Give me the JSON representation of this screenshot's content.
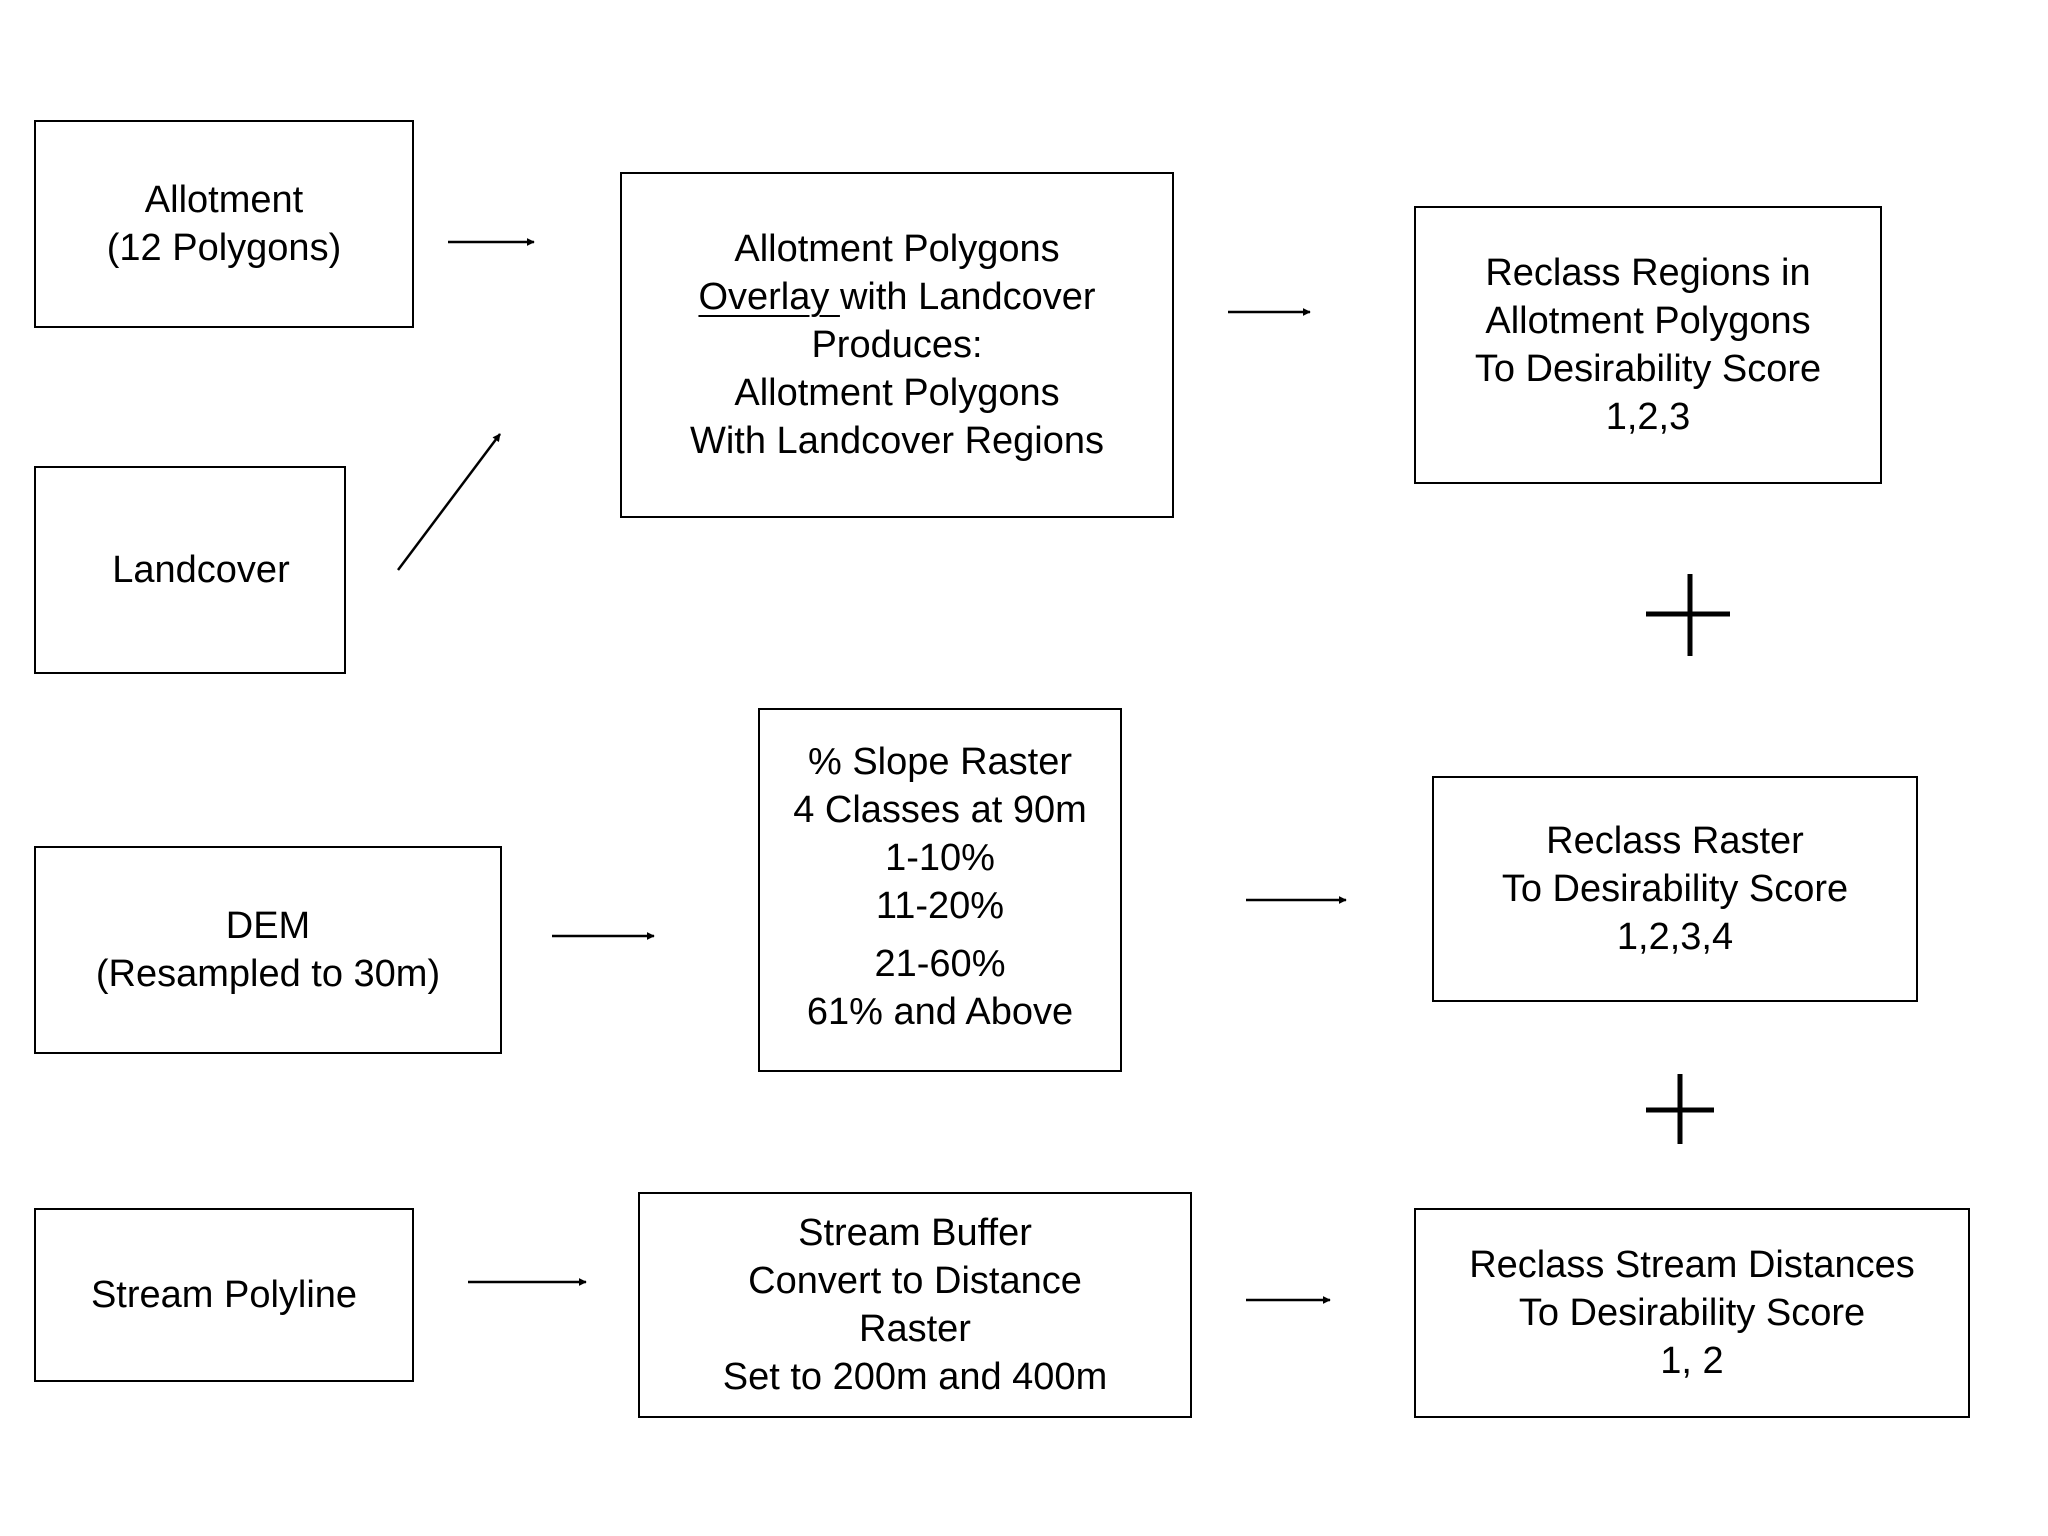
{
  "nodes": {
    "allotment": {
      "lines": [
        "Allotment",
        "(12 Polygons)"
      ]
    },
    "landcover": {
      "lines": [
        "Landcover"
      ]
    },
    "dem": {
      "lines": [
        "DEM",
        "(Resampled to 30m)"
      ]
    },
    "stream_polyline": {
      "lines": [
        "Stream Polyline"
      ]
    },
    "overlay": {
      "line1": "Allotment Polygons",
      "line2_underlined": "Overlay ",
      "line2_rest": "with Landcover",
      "line3": "Produces:",
      "line4": "Allotment Polygons",
      "line5": "With Landcover Regions"
    },
    "slope": {
      "lines": [
        "% Slope Raster",
        "4 Classes at 90m",
        "1-10%",
        "11-20%",
        "21-60%",
        "61% and Above"
      ]
    },
    "stream_buffer": {
      "lines": [
        "Stream Buffer",
        "Convert to Distance",
        "Raster",
        "Set to 200m and 400m"
      ]
    },
    "reclass_regions": {
      "lines": [
        "Reclass Regions in",
        "Allotment Polygons",
        "To Desirability Score",
        "1,2,3"
      ]
    },
    "reclass_raster": {
      "lines": [
        "Reclass Raster",
        "To Desirability Score",
        "1,2,3,4"
      ]
    },
    "reclass_stream": {
      "lines": [
        "Reclass Stream Distances",
        "To Desirability Score",
        "1, 2"
      ]
    }
  },
  "edges": [
    {
      "from": "allotment",
      "to": "overlay"
    },
    {
      "from": "landcover",
      "to": "overlay"
    },
    {
      "from": "overlay",
      "to": "reclass_regions"
    },
    {
      "from": "dem",
      "to": "slope"
    },
    {
      "from": "slope",
      "to": "reclass_raster"
    },
    {
      "from": "stream_polyline",
      "to": "stream_buffer"
    },
    {
      "from": "stream_buffer",
      "to": "reclass_stream"
    }
  ],
  "operators": [
    "+",
    "+"
  ],
  "colors": {
    "stroke": "#000000",
    "background": "#ffffff",
    "text": "#000000"
  }
}
